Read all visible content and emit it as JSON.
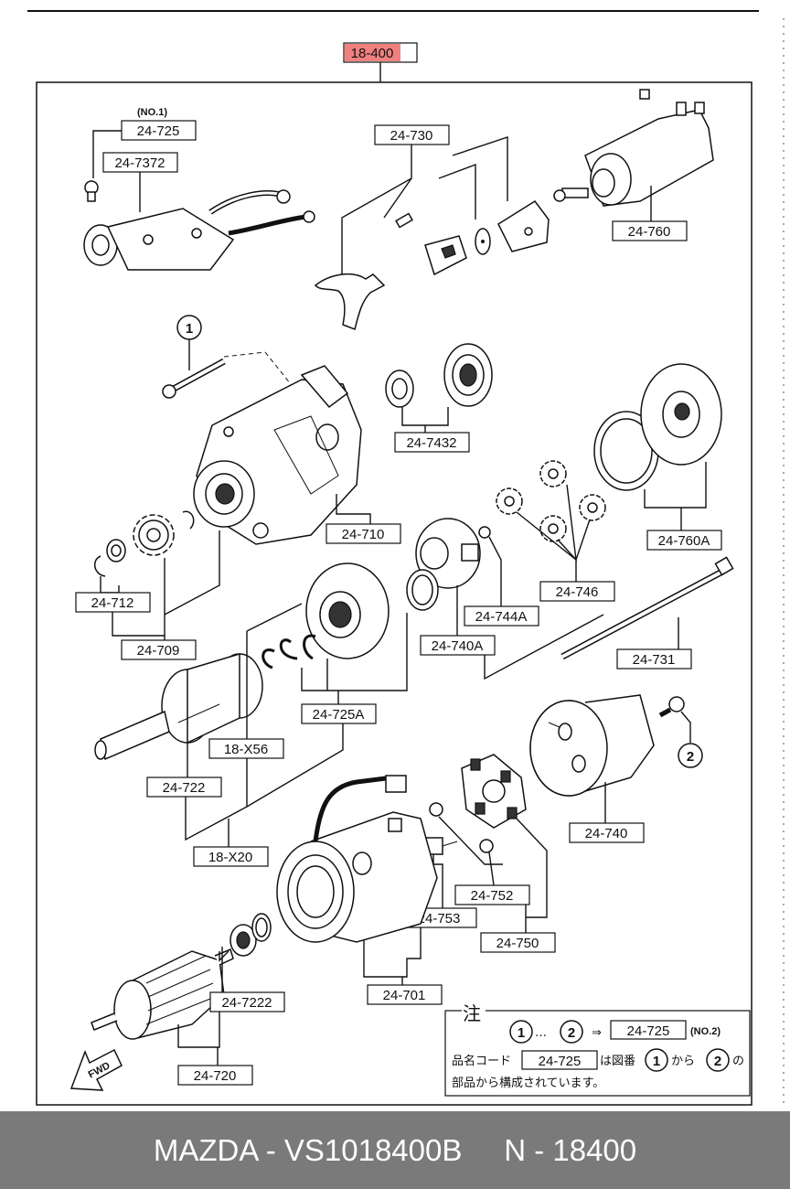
{
  "diagram": {
    "assembly_code": "18-400",
    "variant_note_1": "(NO.1)",
    "variant_note_2": "(NO.2)",
    "circle_ref_1": "1",
    "circle_ref_2": "2",
    "parts": {
      "p24725": "24-725",
      "p247372": "24-7372",
      "p24730": "24-730",
      "p24760": "24-760",
      "p247432": "24-7432",
      "p24710": "24-710",
      "p24760A": "24-760A",
      "p24712": "24-712",
      "p24744A": "24-744A",
      "p24746": "24-746",
      "p24709": "24-709",
      "p24740A": "24-740A",
      "p24731": "24-731",
      "p24725A": "24-725A",
      "p18X56": "18-X56",
      "p24722": "24-722",
      "p24740": "24-740",
      "p18X20": "18-X20",
      "p24752": "24-752",
      "p24753": "24-753",
      "p24750": "24-750",
      "p247222": "24-7222",
      "p24701": "24-701",
      "p24720": "24-720"
    },
    "fwd_label": "FWD"
  },
  "note": {
    "title": "注",
    "range_sep": "…",
    "arrow": "⇒",
    "target_code": "24-725",
    "line2_prefix": "品名コード",
    "line2_code": "24-725",
    "line2_mid": "は図番",
    "line2_from": "から",
    "line2_suffix": "の",
    "line3": "部品から構成されています。"
  },
  "footer": {
    "text": "MAZDA - VS1018400B     N - 18400"
  },
  "colors": {
    "highlight": "#f08080",
    "footer_bg": "#7a7a7a"
  }
}
